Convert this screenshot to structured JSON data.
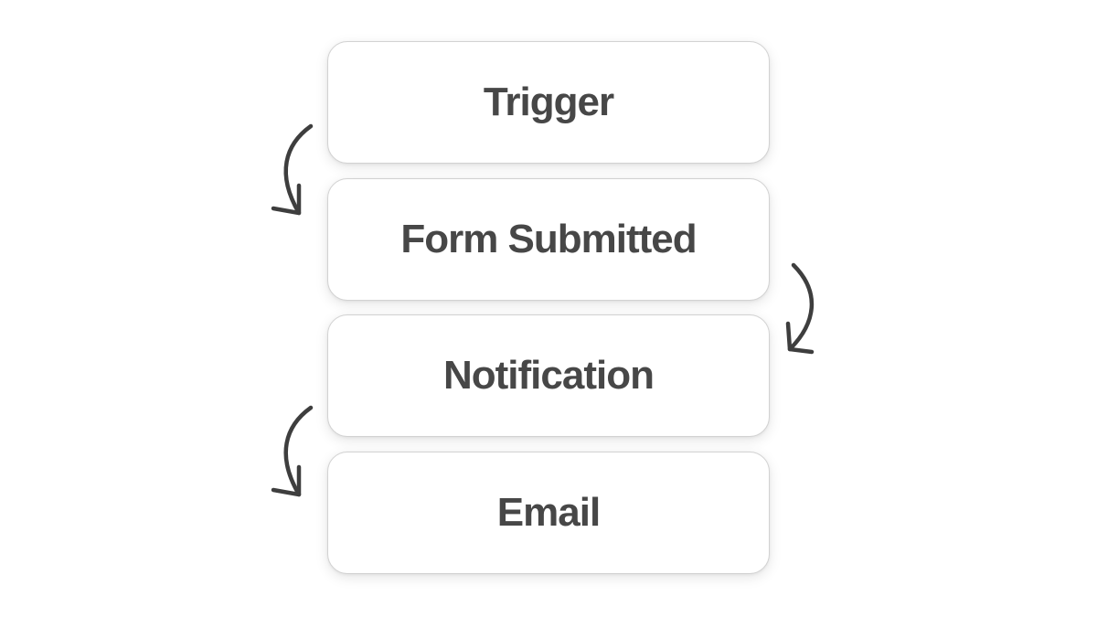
{
  "steps": [
    {
      "label": "Trigger"
    },
    {
      "label": "Form Submitted"
    },
    {
      "label": "Notification"
    },
    {
      "label": "Email"
    }
  ],
  "colors": {
    "background": "#ffffff",
    "card_fill": "#ffffff",
    "card_border": "#d2d2d2",
    "text": "#474747",
    "arrow": "#3e3e3e"
  },
  "icons": {
    "connector": "curved-down-arrow-icon"
  }
}
